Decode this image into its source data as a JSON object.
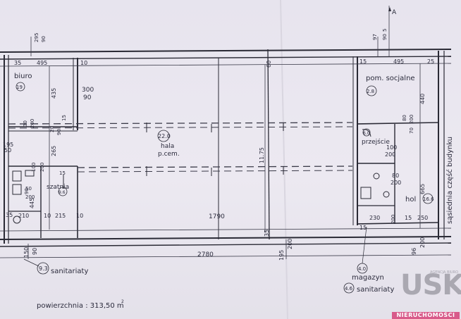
{
  "rooms": {
    "biuro": "biuro",
    "biuro_no": "19",
    "hala_no": "22.0",
    "hala_l1": "hala",
    "hala_l2": "p.cem.",
    "socjalne": "pom. socjalne",
    "socjalne_no": "2.8",
    "przejscie": "przejście",
    "przejscie_no": "6.0",
    "szatnia": "szatnia",
    "szatnia_no": "9.6",
    "hol": "hol",
    "hol_no": "16.6",
    "sanitariaty1": "sanitariaty",
    "sanitariaty1_no": "9.3",
    "magazyn": "magazyn",
    "magazyn_no": "4.0",
    "sanitariaty2": "sanitariaty",
    "sanitariaty2_no": "4.6",
    "sasiednia": "sąsiednia część budynku"
  },
  "area": {
    "label": "powierzchnia : 313,50 m",
    "unit_sup": "2"
  },
  "dimensions": {
    "top_left_29": "29",
    "top_left_5": "5",
    "top_left_90": "90",
    "d35": "35",
    "d495a": "495",
    "d10a": "10",
    "d60": "60",
    "d15a": "15",
    "d495b": "495",
    "d25": "25",
    "d97": "97",
    "d90a": "90",
    "d5b": "5",
    "d435": "435",
    "d300": "300",
    "d90b": "90",
    "d15b": "15",
    "d440": "440",
    "d80": "80",
    "d200a": "200",
    "d70": "70",
    "d30a": "30",
    "d200b": "200",
    "d90c": "90",
    "d20a": "20",
    "d265": "265",
    "d1175": "11.75",
    "d195": "195",
    "d50": "50",
    "d100a": "100",
    "d200c": "200",
    "d665": "665",
    "d100b": "100",
    "d200d": "200",
    "d200e": "200",
    "d80b": "80",
    "d445": "445",
    "d90d": "90",
    "d15c": "15",
    "d50b": "50",
    "d200f": "200",
    "d35b": "35",
    "d210": "210",
    "d10b": "10",
    "d215": "215",
    "d10c": "10",
    "d1790": "1790",
    "d230": "230",
    "d200g": "200",
    "d15d": "15",
    "d250": "250",
    "d15e": "15",
    "d35c": "35",
    "d150": "150",
    "d90e": "90",
    "d2780": "2780",
    "d195b": "195",
    "d200h": "200",
    "d96": "96",
    "d200i": "200"
  },
  "section_marker": "A",
  "logo": {
    "brand": "USK",
    "tagline": "NIERUCHOMOŚCI",
    "small": "AGENCJA BIURO"
  }
}
